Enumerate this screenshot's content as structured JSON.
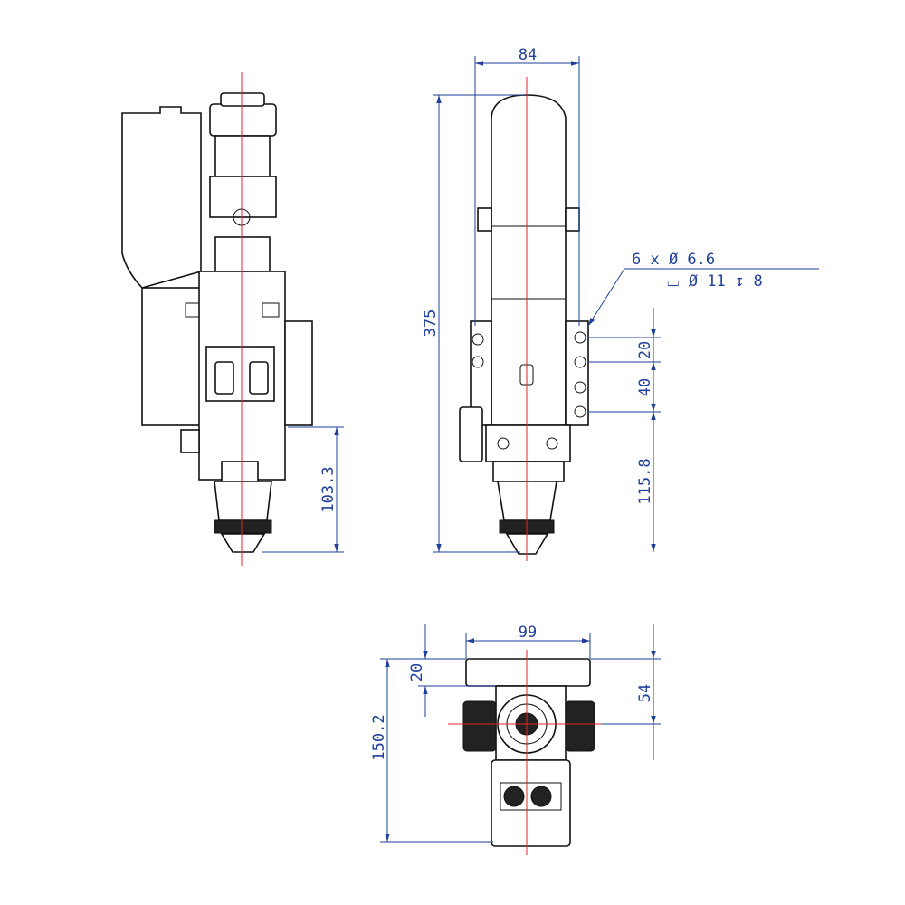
{
  "title": "Laser cutting head dimensional drawing",
  "colors": {
    "dimension": "#1f3f99",
    "centerline": "#e0262b",
    "outline": "#111111"
  },
  "side_view": {
    "nozzle_height": "103.3"
  },
  "front_view": {
    "width": "84",
    "total_height": "375",
    "hole_callout": "6 x Ø 6.6",
    "counterbore_callout": "⌴ Ø 11 ↧ 8",
    "hole_spacing_1": "20",
    "hole_spacing_2": "40",
    "nozzle_height": "115.8"
  },
  "top_view": {
    "width": "99",
    "flange_thickness": "20",
    "depth": "150.2",
    "center_offset": "54"
  }
}
